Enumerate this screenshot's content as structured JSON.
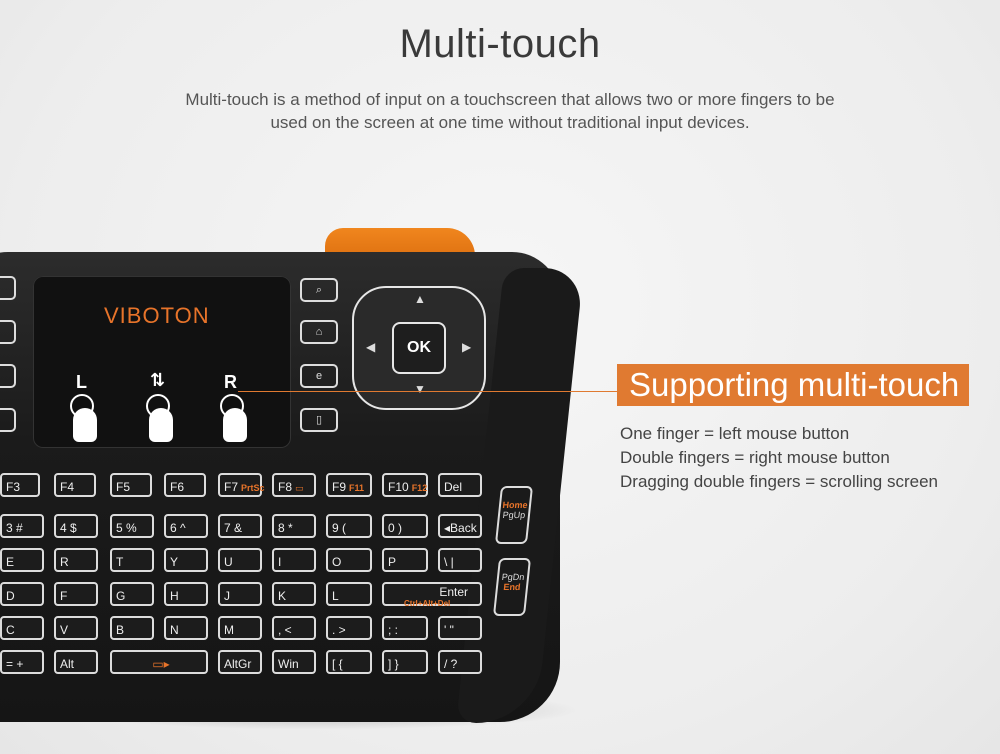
{
  "header": {
    "title": "Multi-touch",
    "subtitle": "Multi-touch is a method of input on a touchscreen that allows two or more fingers to be used on the screen at one time without traditional input devices."
  },
  "callout": {
    "badge": "Supporting multi-touch",
    "lines": [
      "One finger = left mouse button",
      "Double fingers = right mouse button",
      "Dragging double fingers = scrolling screen"
    ]
  },
  "keyboard": {
    "brand": "VIBOTON",
    "touchpad_letters": [
      "L",
      "⇅",
      "R"
    ],
    "ok_label": "OK",
    "fkeys": [
      {
        "label": "F3",
        "sub": ""
      },
      {
        "label": "F4",
        "sub": ""
      },
      {
        "label": "F5",
        "sub": ""
      },
      {
        "label": "F6",
        "sub": ""
      },
      {
        "label": "F7",
        "sub": "PrtSc"
      },
      {
        "label": "F8",
        "sub": "▭"
      },
      {
        "label": "F9",
        "sub": "F11"
      },
      {
        "label": "F10",
        "sub": "F12"
      },
      {
        "label": "Del",
        "sub": ""
      }
    ],
    "row1": [
      "3 #",
      "4 $",
      "5 %",
      "6 ^",
      "7 &",
      "8 *",
      "9 (",
      "0 )",
      "◂Back"
    ],
    "row2": [
      "E",
      "R",
      "T",
      "Y",
      "U",
      "I",
      "O",
      "P",
      "\\ |"
    ],
    "row3": [
      "D",
      "F",
      "G",
      "H",
      "J",
      "K",
      "L"
    ],
    "enter": {
      "label": "Enter",
      "sub": "Ctrl+Alt+Del"
    },
    "row4": [
      "C",
      "V",
      "B",
      "N",
      "M",
      ", <",
      ". >",
      "; :",
      "' \""
    ],
    "row5": [
      "= +",
      "Alt",
      "",
      "AltGr",
      "Win",
      "[ {",
      "] }",
      "/ ?"
    ],
    "home_key": {
      "top": "Home",
      "bottom": "PgUp"
    },
    "end_key": {
      "top": "PgDn",
      "bottom": "End"
    }
  },
  "colors": {
    "accent": "#e07a31",
    "keyboard": "#1b1b1b"
  }
}
